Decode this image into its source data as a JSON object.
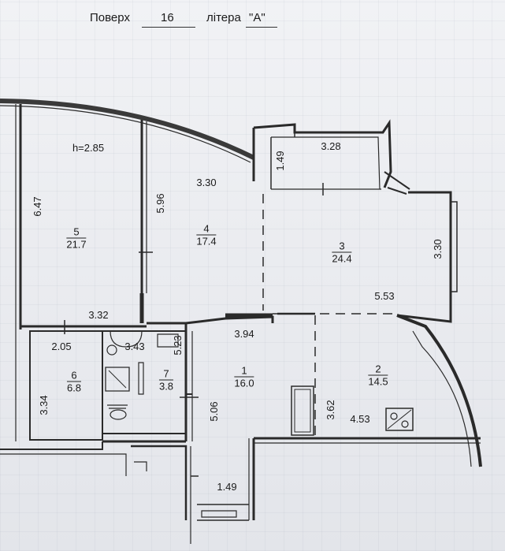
{
  "header": {
    "floor_label": "Поверх",
    "floor_value": "16",
    "letter_label": "літера",
    "letter_value": "\"А\""
  },
  "ceiling_height": "h=2.85",
  "rooms": [
    {
      "num": "1",
      "area": "16.0"
    },
    {
      "num": "2",
      "area": "14.5"
    },
    {
      "num": "3",
      "area": "24.4"
    },
    {
      "num": "4",
      "area": "17.4"
    },
    {
      "num": "5",
      "area": "21.7"
    },
    {
      "num": "6",
      "area": "6.8"
    },
    {
      "num": "7",
      "area": "3.8"
    }
  ],
  "dimensions": {
    "d_6_47": "6.47",
    "d_5_96": "5.96",
    "d_3_30_room4": "3.30",
    "d_1_49_balcony": "1.49",
    "d_3_28": "3.28",
    "d_3_30_room3": "3.30",
    "d_5_53": "5.53",
    "d_3_32": "3.32",
    "d_2_05": "2.05",
    "d_3_43": "3.43",
    "d_5_23": "5.23",
    "d_3_94": "3.94",
    "d_3_34": "3.34",
    "d_5_06": "5.06",
    "d_3_62": "3.62",
    "d_4_53": "4.53",
    "d_1_49_hall": "1.49"
  }
}
